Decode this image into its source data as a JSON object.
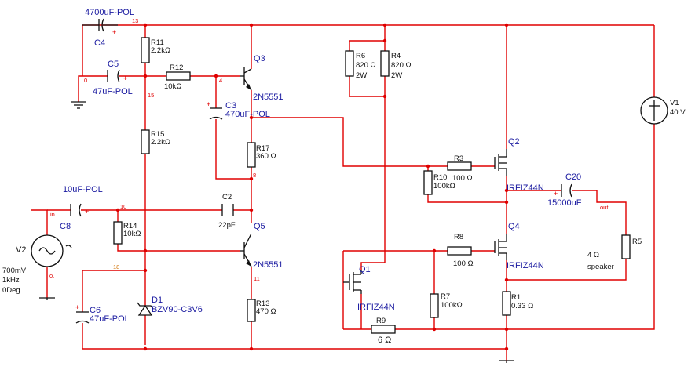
{
  "components": {
    "C4": {
      "name": "C4",
      "value": "4700uF-POL"
    },
    "C5": {
      "name": "C5",
      "value": "47uF-POL"
    },
    "C3": {
      "name": "C3",
      "value": "470uF-POL"
    },
    "C2": {
      "name": "C2",
      "value": "22pF"
    },
    "C8": {
      "name": "C8",
      "value": "10uF-POL"
    },
    "C6": {
      "name": "C6",
      "value": "47uF-POL"
    },
    "C20": {
      "name": "C20",
      "value": "15000uF"
    },
    "R11": {
      "name": "R11",
      "value": "2.2kΩ"
    },
    "R12": {
      "name": "R12",
      "value": "10kΩ"
    },
    "R15": {
      "name": "R15",
      "value": "2.2kΩ"
    },
    "R14": {
      "name": "R14",
      "value": "10kΩ"
    },
    "R17": {
      "name": "R17",
      "value": "360 Ω"
    },
    "R13": {
      "name": "R13",
      "value": "470 Ω"
    },
    "R6": {
      "name": "R6",
      "value": "820 Ω",
      "power": "2W"
    },
    "R4": {
      "name": "R4",
      "value": "820 Ω",
      "power": "2W"
    },
    "R3": {
      "name": "R3",
      "value": "100 Ω"
    },
    "R10": {
      "name": "R10",
      "value": "100kΩ"
    },
    "R8": {
      "name": "R8",
      "value": "100 Ω"
    },
    "R7": {
      "name": "R7",
      "value": "100kΩ"
    },
    "R1": {
      "name": "R1",
      "value": "0.33 Ω"
    },
    "R9": {
      "name": "R9",
      "value": "6 Ω"
    },
    "R5": {
      "name": "R5",
      "value": "4 Ω",
      "note": "speaker"
    },
    "Q3": {
      "name": "Q3",
      "value": "2N5551"
    },
    "Q5": {
      "name": "Q5",
      "value": "2N5551"
    },
    "Q2": {
      "name": "Q2",
      "value": "IRFIZ44N"
    },
    "Q4": {
      "name": "Q4",
      "value": "IRFIZ44N"
    },
    "Q1": {
      "name": "Q1",
      "value": "IRFIZ44N"
    },
    "D1": {
      "name": "D1",
      "value": "BZV90-C3V6"
    },
    "V1": {
      "name": "V1",
      "value": "40 V"
    },
    "V2": {
      "name": "V2",
      "amplitude": "700mV",
      "frequency": "1kHz",
      "phase": "0Deg"
    }
  },
  "nets": {
    "n13": "13",
    "n0": "0",
    "n15": "15",
    "n4": "4",
    "n8": "8",
    "n10": "10",
    "n11": "11",
    "n18": "18",
    "nin": "in",
    "n0b": "0.",
    "nout": "out"
  },
  "colors": {
    "wire": "#e00000",
    "label": "#1a1aa0",
    "value": "#101010",
    "net_orange": "#d07000"
  }
}
